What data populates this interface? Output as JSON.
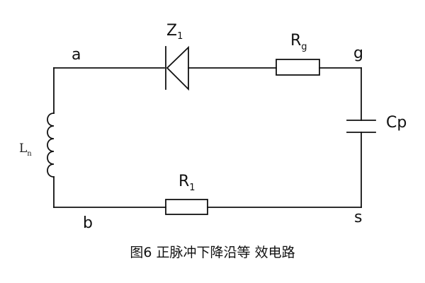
{
  "labels": {
    "node_a": "a",
    "node_b": "b",
    "node_g": "g",
    "node_s": "s",
    "diode": {
      "main": "Z",
      "sub": "1"
    },
    "resistor_g": {
      "main": "R",
      "sub": "g"
    },
    "resistor_1": {
      "main": "R",
      "sub": "1"
    },
    "capacitor": "Cp",
    "inductor": {
      "main": "L",
      "sub": "n"
    }
  },
  "caption": "图6  正脉冲下降沿等 效电路"
}
